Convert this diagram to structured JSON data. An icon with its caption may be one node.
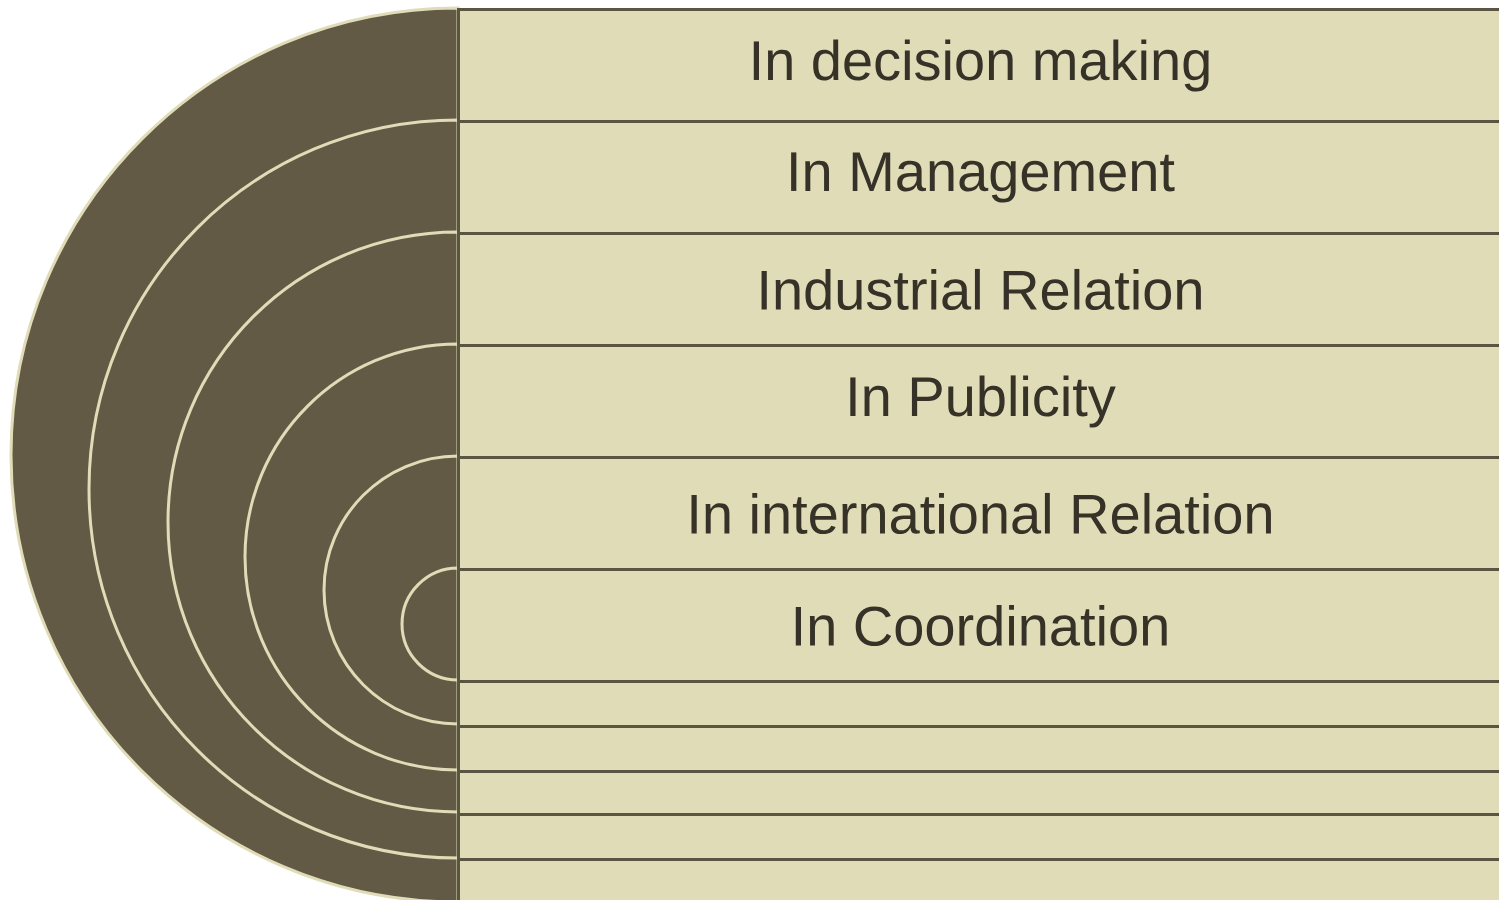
{
  "diagram": {
    "nodes": [
      {
        "text": [
          "In decision making"
        ]
      },
      {
        "text": [
          "In Management"
        ]
      },
      {
        "text": [
          "Industrial Relation"
        ]
      },
      {
        "text": [
          "In Publicity"
        ]
      },
      {
        "text": [
          "In international Relation"
        ]
      },
      {
        "text": [
          "In Coordination"
        ]
      },
      {
        "text": [],
        "shape": "bar"
      },
      {
        "text": [],
        "shape": "bar"
      },
      {
        "text": [],
        "shape": "bar"
      },
      {
        "text": [],
        "shape": "bar"
      },
      {
        "text": [],
        "shape": "bar"
      }
    ]
  }
}
